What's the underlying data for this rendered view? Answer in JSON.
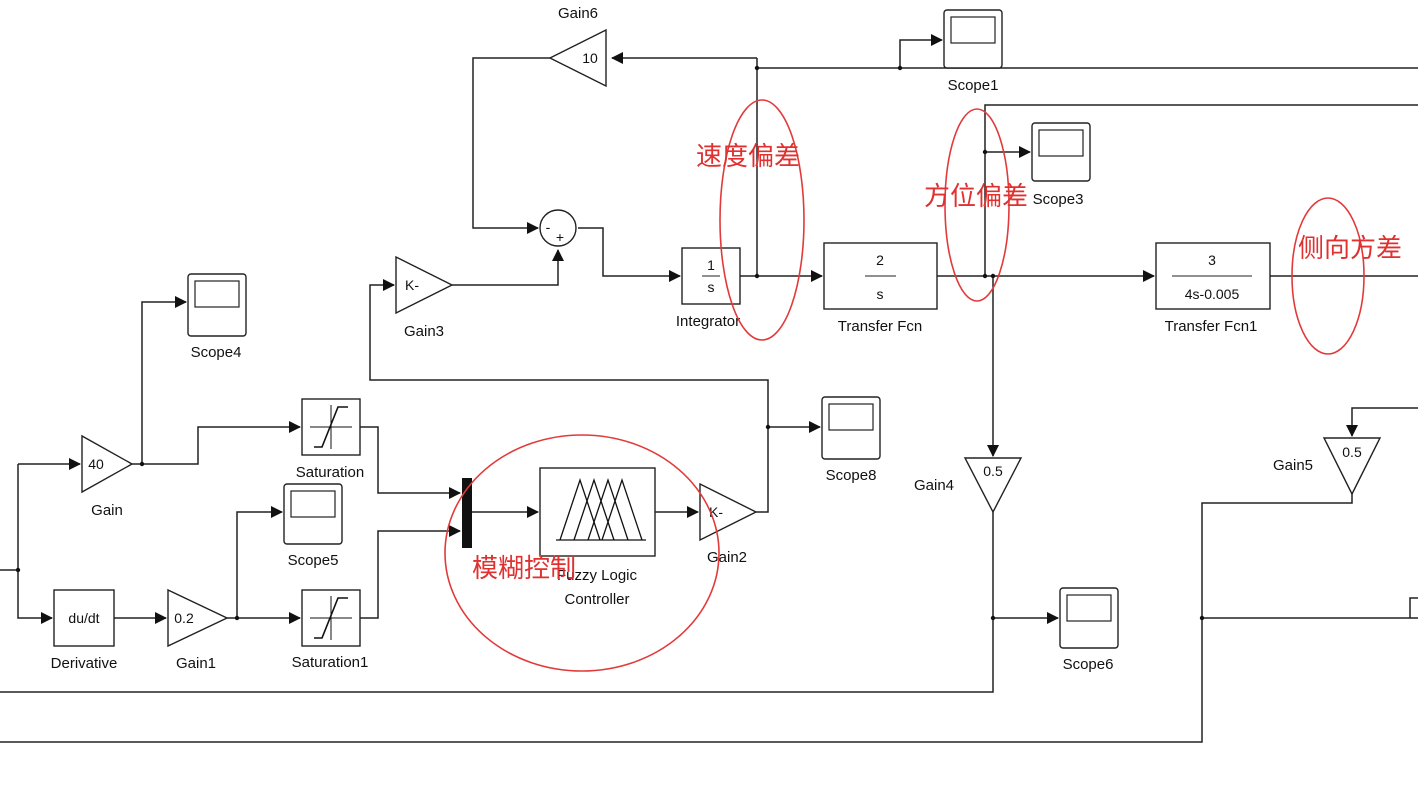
{
  "blocks": {
    "gain6": {
      "label": "Gain6",
      "value": "10"
    },
    "scope1": {
      "label": "Scope1"
    },
    "scope3": {
      "label": "Scope3"
    },
    "scope4": {
      "label": "Scope4"
    },
    "scope5": {
      "label": "Scope5"
    },
    "scope6": {
      "label": "Scope6"
    },
    "scope8": {
      "label": "Scope8"
    },
    "gain3": {
      "label": "Gain3",
      "value": "K-"
    },
    "integrator": {
      "label": "Integrator",
      "num": "1",
      "den": "s"
    },
    "transfer_fcn": {
      "label": "Transfer Fcn",
      "num": "2",
      "den": "s"
    },
    "transfer_fcn1": {
      "label": "Transfer Fcn1",
      "num": "3",
      "den": "4s-0.005"
    },
    "gain": {
      "label": "Gain",
      "value": "40"
    },
    "saturation": {
      "label": "Saturation"
    },
    "saturation1": {
      "label": "Saturation1"
    },
    "fuzzy": {
      "label_line1": "Fuzzy Logic",
      "label_line2": "Controller"
    },
    "gain2": {
      "label": "Gain2",
      "value": "K-"
    },
    "gain4": {
      "label": "Gain4",
      "value": "0.5"
    },
    "gain5": {
      "label": "Gain5",
      "value": "0.5"
    },
    "derivative": {
      "label": "Derivative",
      "value": "du/dt"
    },
    "gain1": {
      "label": "Gain1",
      "value": "0.2"
    },
    "sum": {
      "minus": "-",
      "plus": "+"
    }
  },
  "annotations": {
    "speed_error": "速度偏差",
    "azimuth_error": "方位偏差",
    "lateral_error": "侧向方差",
    "fuzzy_control": "模糊控制"
  },
  "colors": {
    "annotation": "#e03030",
    "lines": "#222222"
  }
}
